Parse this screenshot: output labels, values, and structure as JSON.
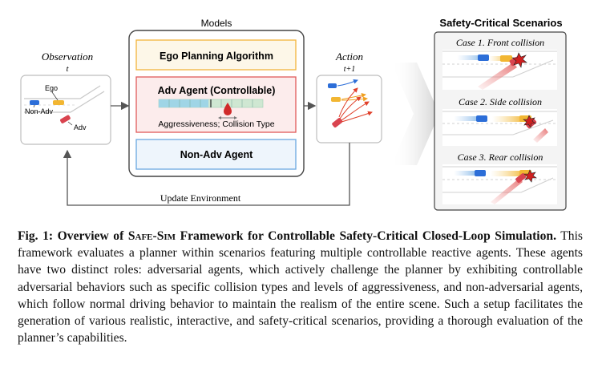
{
  "figure": {
    "observation": {
      "title": "Observation",
      "time": "t",
      "label_ego": "Ego",
      "label_nonadv": "Non-Adv",
      "label_adv": "Adv"
    },
    "models": {
      "title": "Models",
      "ego_planning": "Ego Planning Algorithm",
      "adv_agent": "Adv Agent (Controllable)",
      "adv_subtitle": "Aggressiveness; Collision Type",
      "non_adv_agent": "Non-Adv Agent"
    },
    "action": {
      "title": "Action",
      "time": "t+1"
    },
    "update_environment": "Update Environment",
    "scenarios": {
      "title": "Safety-Critical Scenarios",
      "case1": "Case 1. Front collision",
      "case2": "Case 2. Side collision",
      "case3": "Case 3. Rear collision"
    },
    "colors": {
      "ego_box": "#f3b43b",
      "adv_box": "#e05a5a",
      "nonadv_box": "#6aa8e0",
      "ego_car": "#f2b632",
      "adv_car": "#d9444f",
      "nonadv_car": "#2c6ed8"
    }
  },
  "caption": {
    "fig_label": "Fig. 1:",
    "title_pre": "Overview of",
    "title_name": "Safe-Sim",
    "title_post": "Framework for Controllable Safety-Critical Closed-Loop Simulation.",
    "body": "This framework evaluates a planner within scenarios featuring multiple controllable reactive agents. These agents have two distinct roles: adversarial agents, which actively challenge the planner by exhibiting controllable adversarial behaviors such as specific collision types and levels of aggressiveness, and non-adversarial agents, which follow normal driving behavior to maintain the realism of the entire scene. Such a setup facilitates the generation of various realistic, interactive, and safety-critical scenarios, providing a thorough evaluation of the planner’s capabilities."
  }
}
